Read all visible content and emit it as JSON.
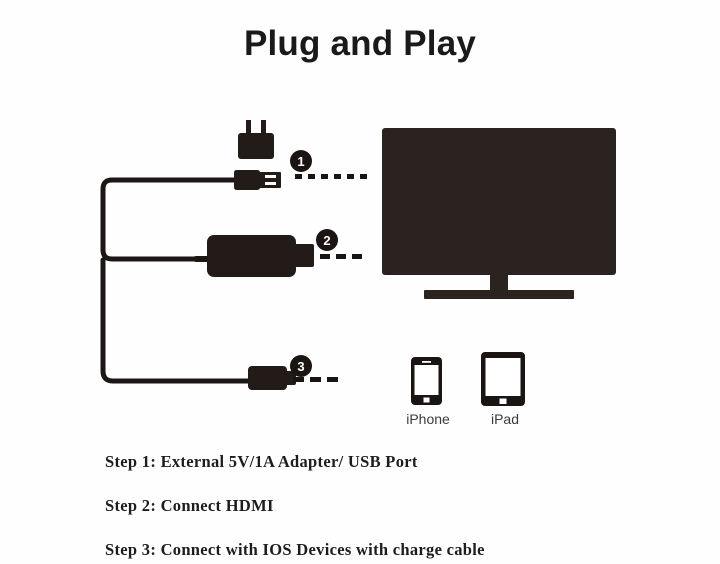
{
  "page": {
    "title": "Plug and Play",
    "background_color": "#fefefe"
  },
  "colors": {
    "ink": "#221b18",
    "tv_body": "#2b2320",
    "cable": "#1c1714",
    "title_color": "#1a1a1a",
    "label_color": "#3b3b3b",
    "screen_white": "#ffffff"
  },
  "diagram": {
    "callouts": [
      {
        "number": "1",
        "name": "callout-1",
        "target": "tv-hdmi-power-port"
      },
      {
        "number": "2",
        "name": "callout-2",
        "target": "tv-hdmi-input"
      },
      {
        "number": "3",
        "name": "callout-3",
        "target": "ios-device"
      }
    ],
    "parts": {
      "power_adapter": "power-adapter",
      "usb_connector": "usb-connector",
      "hdmi_connector": "hdmi-connector",
      "lightning_connector": "lightning-connector",
      "television": "television",
      "cable": "cable"
    }
  },
  "devices": [
    {
      "label": "iPhone",
      "icon": "iphone-icon"
    },
    {
      "label": "iPad",
      "icon": "ipad-icon"
    }
  ],
  "steps": [
    "Step 1: External 5V/1A Adapter/ USB Port",
    "Step 2: Connect HDMI",
    "Step 3: Connect with IOS Devices with charge cable"
  ]
}
